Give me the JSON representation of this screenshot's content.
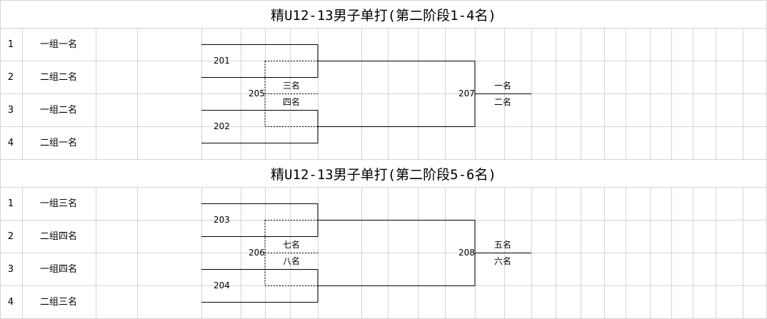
{
  "brackets": [
    {
      "title": "精U12-13男子单打(第二阶段1-4名)",
      "rows": [
        {
          "num": "1",
          "team": "一组一名"
        },
        {
          "num": "2",
          "team": "二组二名"
        },
        {
          "num": "3",
          "team": "一组二名"
        },
        {
          "num": "4",
          "team": "二组一名"
        }
      ],
      "match_a": "201",
      "match_b": "202",
      "third_match": "205",
      "third_win": "三名",
      "third_lose": "四名",
      "final_match": "207",
      "final_win": "一名",
      "final_lose": "二名"
    },
    {
      "title": "精U12-13男子单打(第二阶段5-6名)",
      "rows": [
        {
          "num": "1",
          "team": "一组三名"
        },
        {
          "num": "2",
          "team": "二组四名"
        },
        {
          "num": "3",
          "team": "一组四名"
        },
        {
          "num": "4",
          "team": "二组三名"
        }
      ],
      "match_a": "203",
      "match_b": "204",
      "third_match": "206",
      "third_win": "七名",
      "third_lose": "八名",
      "final_match": "208",
      "final_win": "五名",
      "final_lose": "六名"
    }
  ],
  "colors": {
    "grid": "#d4d4d4",
    "line": "#000000"
  }
}
